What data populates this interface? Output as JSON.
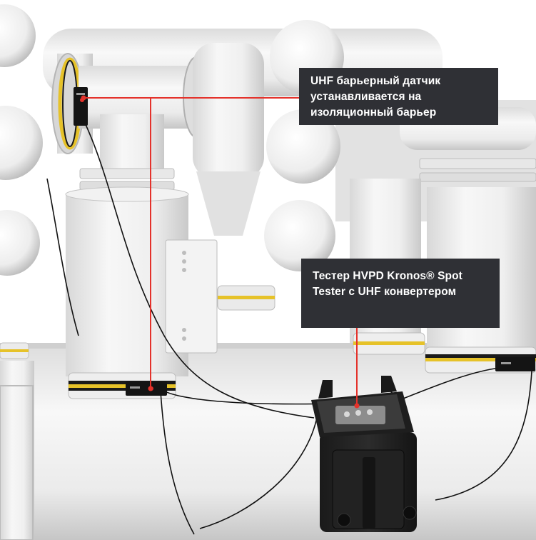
{
  "callouts": {
    "sensor": {
      "lines": [
        "UHF барьерный датчик",
        "устанавливается на",
        "изоляционный барьер"
      ]
    },
    "tester": {
      "lines": [
        "Тестер HVPD Kronos® Spot",
        "Tester с UHF конвертером"
      ]
    }
  },
  "colors": {
    "callout_background": "#2f3035",
    "callout_text": "#ffffff",
    "leader_line": "#e4322b",
    "equipment": "#ececec",
    "barrier_stripe": "#e6c229",
    "cable": "#111111"
  },
  "icons": {
    "sensor": "uhf-barrier-sensor-icon",
    "tester": "kronos-spot-tester-icon"
  }
}
